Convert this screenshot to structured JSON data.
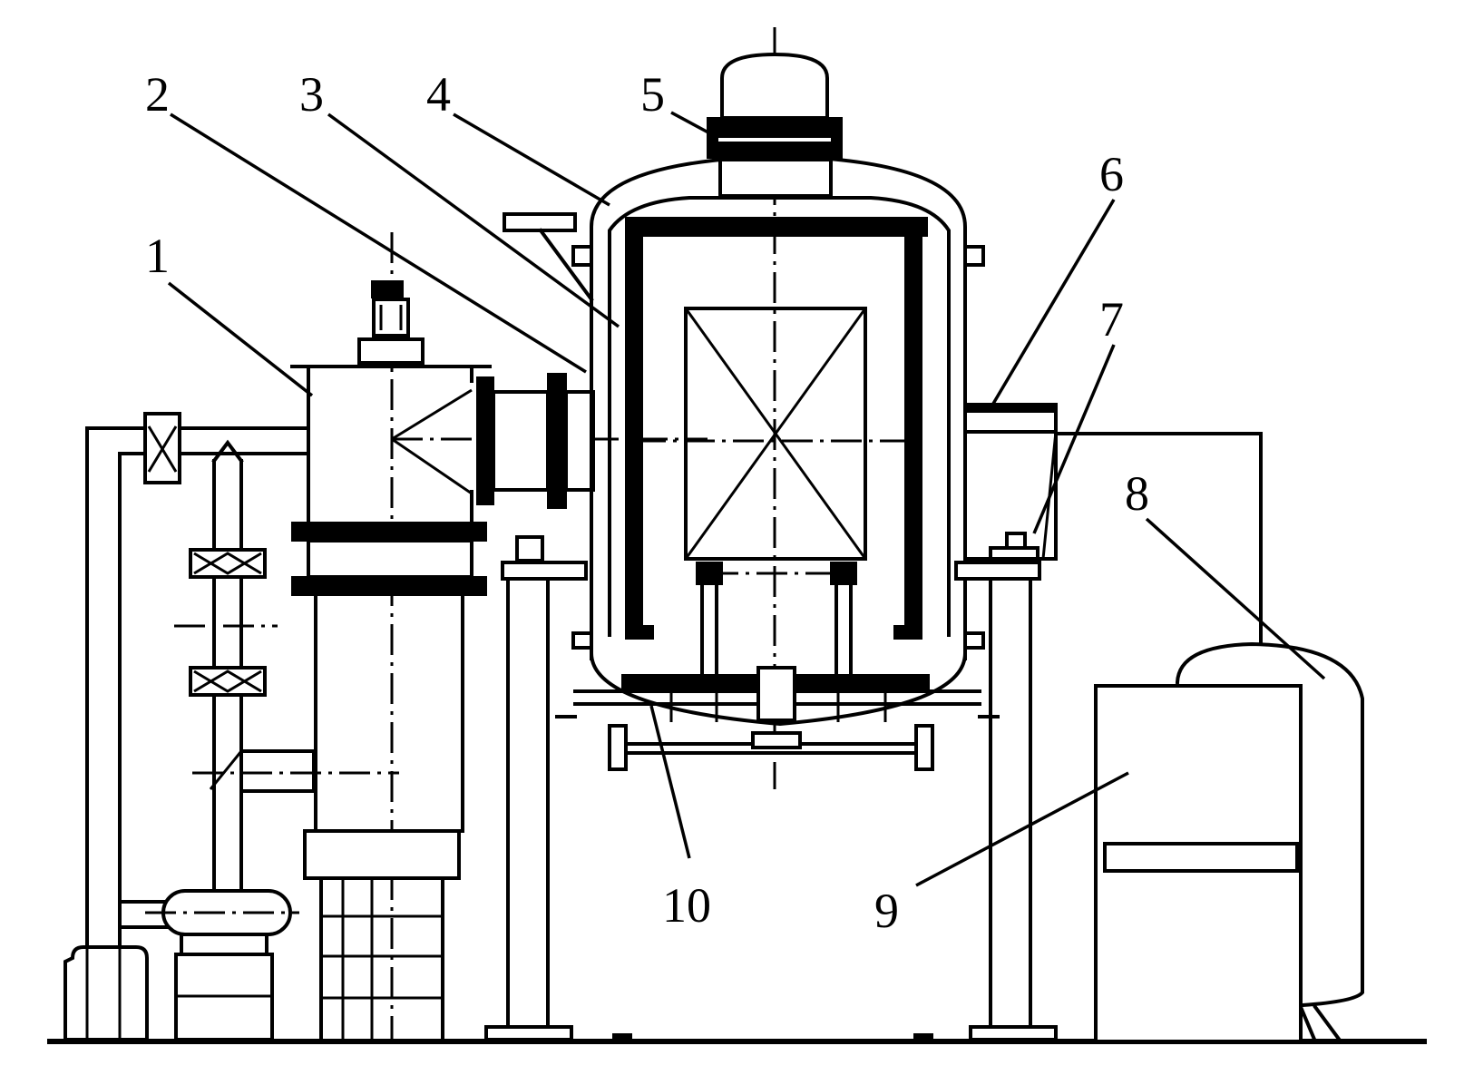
{
  "diagram": {
    "callouts": [
      {
        "id": "c1",
        "label": "1"
      },
      {
        "id": "c2",
        "label": "2"
      },
      {
        "id": "c3",
        "label": "3"
      },
      {
        "id": "c4",
        "label": "4"
      },
      {
        "id": "c5",
        "label": "5"
      },
      {
        "id": "c6",
        "label": "6"
      },
      {
        "id": "c7",
        "label": "7"
      },
      {
        "id": "c8",
        "label": "8"
      },
      {
        "id": "c9",
        "label": "9"
      },
      {
        "id": "c10",
        "label": "10"
      }
    ]
  },
  "colors": {
    "line": "#000000",
    "background": "#ffffff"
  }
}
